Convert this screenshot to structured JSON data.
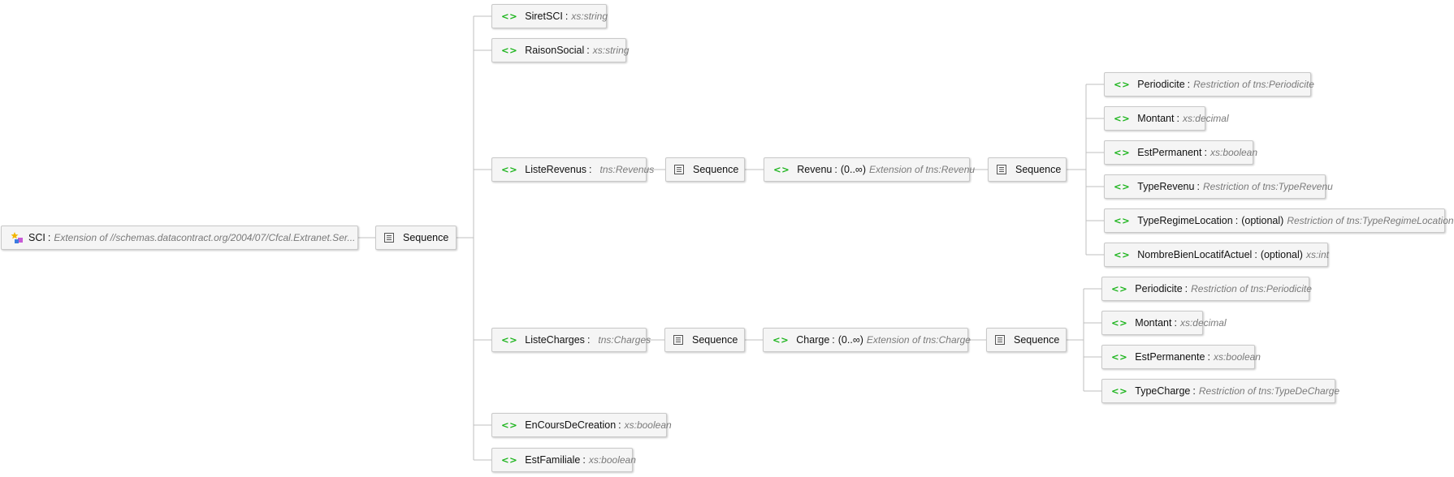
{
  "colors": {
    "element_icon": "#19b319",
    "connector": "#bfbfbf",
    "type_text": "#7a7a7a"
  },
  "root": {
    "icon": "complex-type-icon",
    "name": "SCI",
    "type": "Extension of  //schemas.datacontract.org/2004/07/Cfcal.Extranet.Ser..."
  },
  "sequence_label": "Sequence",
  "element_icon_glyph": "<>",
  "sequence_icon": "sequence-icon",
  "sci_children": [
    {
      "name": "SiretSCI",
      "type": "xs:string"
    },
    {
      "name": "RaisonSocial",
      "type": "xs:string"
    },
    {
      "name": "ListeRevenus",
      "type": "tns:Revenus"
    },
    {
      "name": "ListeCharges",
      "type": "tns:Charges"
    },
    {
      "name": "EnCoursDeCreation",
      "type": "xs:boolean"
    },
    {
      "name": "EstFamiliale",
      "type": "xs:boolean"
    }
  ],
  "revenu": {
    "name": "Revenu",
    "occurs": "(0..∞)",
    "type": "Extension of tns:Revenu"
  },
  "charge": {
    "name": "Charge",
    "occurs": "(0..∞)",
    "type": "Extension of tns:Charge"
  },
  "revenu_children": [
    {
      "name": "Periodicite",
      "occurs": "",
      "type": "Restriction of tns:Periodicite"
    },
    {
      "name": "Montant",
      "occurs": "",
      "type": "xs:decimal"
    },
    {
      "name": "EstPermanent",
      "occurs": "",
      "type": "xs:boolean"
    },
    {
      "name": "TypeRevenu",
      "occurs": "",
      "type": "Restriction of tns:TypeRevenu"
    },
    {
      "name": "TypeRegimeLocation",
      "occurs": "(optional)",
      "type": "Restriction of tns:TypeRegimeLocation"
    },
    {
      "name": "NombreBienLocatifActuel",
      "occurs": "(optional)",
      "type": "xs:int"
    }
  ],
  "charge_children": [
    {
      "name": "Periodicite",
      "occurs": "",
      "type": "Restriction of tns:Periodicite"
    },
    {
      "name": "Montant",
      "occurs": "",
      "type": "xs:decimal"
    },
    {
      "name": "EstPermanente",
      "occurs": "",
      "type": "xs:boolean"
    },
    {
      "name": "TypeCharge",
      "occurs": "",
      "type": "Restriction of tns:TypeDeCharge"
    }
  ]
}
